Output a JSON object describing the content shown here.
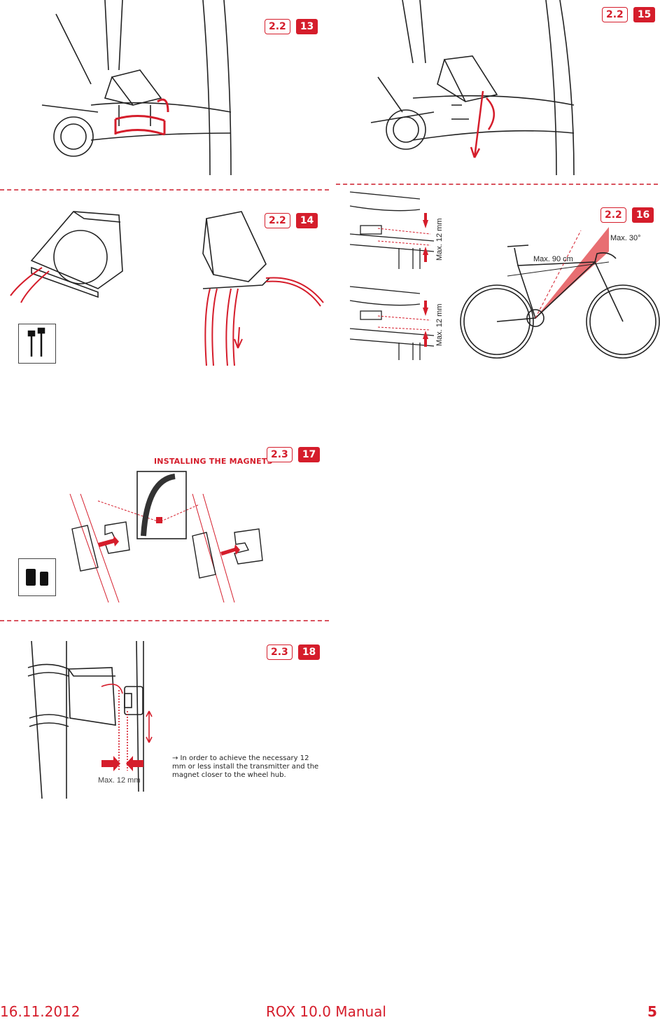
{
  "figures": [
    {
      "id": "fig-13",
      "section": "2.2",
      "number": "13"
    },
    {
      "id": "fig-14",
      "section": "2.2",
      "number": "14"
    },
    {
      "id": "fig-15",
      "section": "2.2",
      "number": "15"
    },
    {
      "id": "fig-16",
      "section": "2.2",
      "number": "16"
    },
    {
      "id": "fig-17",
      "section": "2.3",
      "number": "17"
    },
    {
      "id": "fig-18",
      "section": "2.3",
      "number": "18"
    }
  ],
  "labels": {
    "max_12mm_top": "Max. 12 mm",
    "max_12mm_bottom": "Max. 12 mm",
    "max_90cm": "Max. 90 cm",
    "max_30deg": "Max. 30°",
    "installing_magnets": "INSTALLING THE MAGNETS",
    "max_12mm_fig18": "Max. 12 mm"
  },
  "note": "→ In order to achieve the necessary 12 mm or less install the transmitter and the magnet closer to the wheel hub.",
  "footer": {
    "date": "16.11.2012",
    "title": "ROX 10.0 Manual",
    "page": "5"
  },
  "colors": {
    "accent": "#d51d2b",
    "dashed_rule": "#d9535e"
  }
}
